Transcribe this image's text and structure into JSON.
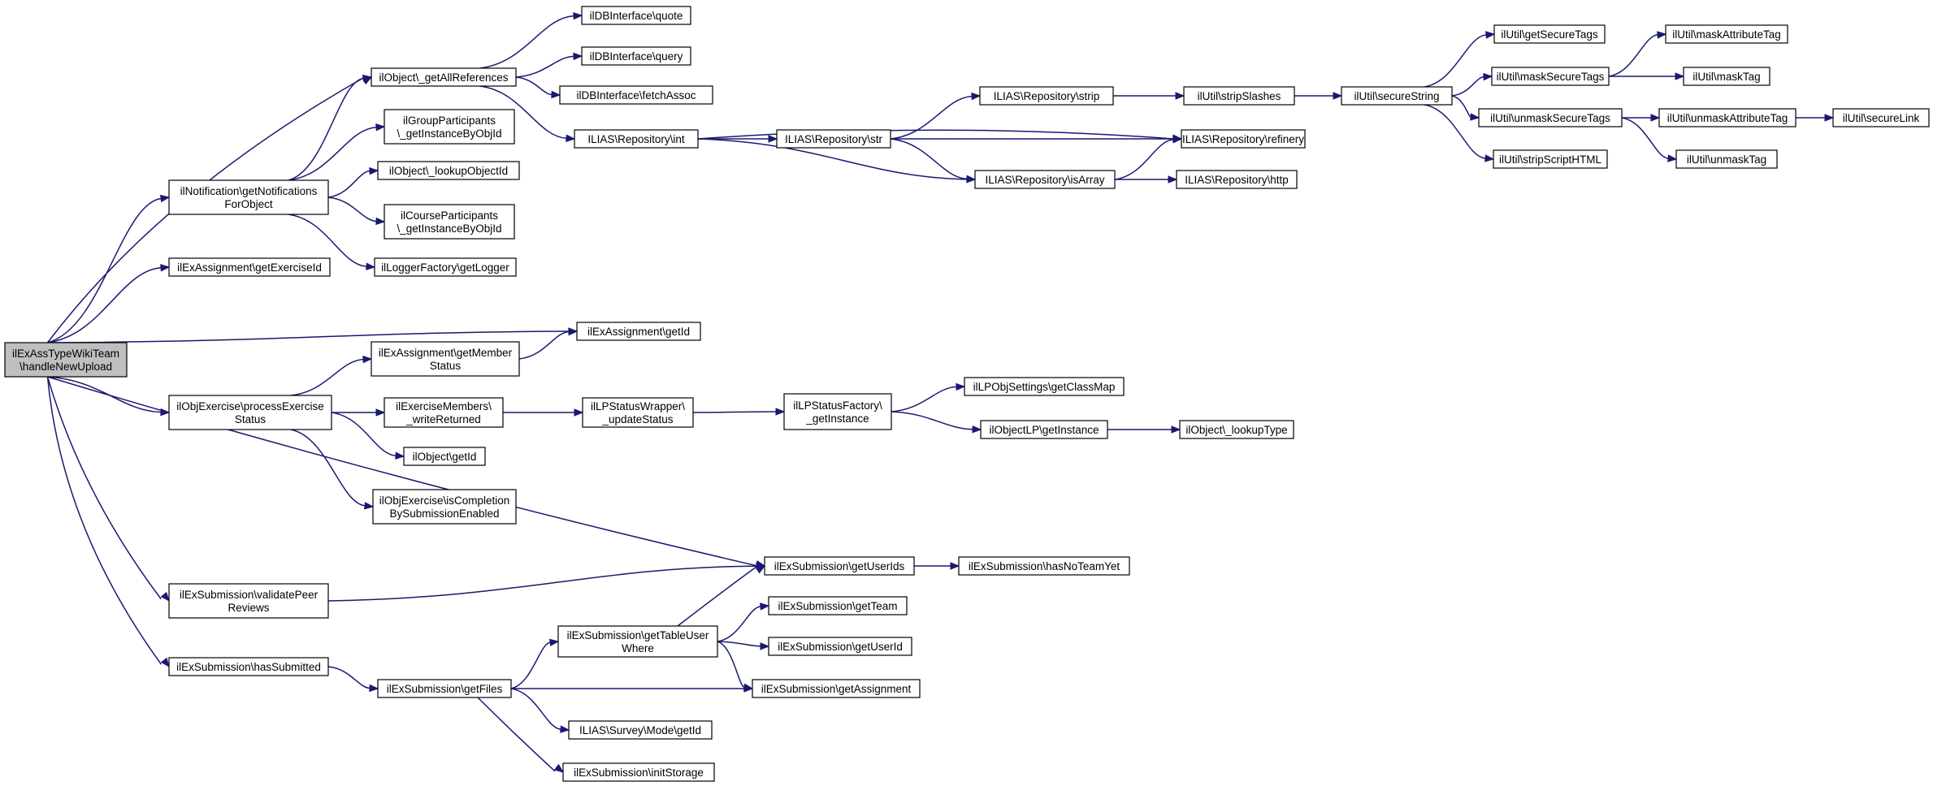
{
  "diagram": {
    "type": "call-graph",
    "colors": {
      "edge": "#191970",
      "node_border": "#000000",
      "node_fill": "#ffffff",
      "root_fill": "#bfbfbf"
    },
    "nodes": [
      {
        "id": "root",
        "lines": [
          "ilExAssTypeWikiTeam",
          "\\handleNewUpload"
        ]
      },
      {
        "id": "getAllReferences",
        "lines": [
          "ilObject\\_getAllReferences"
        ]
      },
      {
        "id": "notif",
        "lines": [
          "ilNotification\\getNotifications",
          "ForObject"
        ]
      },
      {
        "id": "getExerciseId",
        "lines": [
          "ilExAssignment\\getExerciseId"
        ]
      },
      {
        "id": "processExercise",
        "lines": [
          "ilObjExercise\\processExercise",
          "Status"
        ]
      },
      {
        "id": "validatePeer",
        "lines": [
          "ilExSubmission\\validatePeer",
          "Reviews"
        ]
      },
      {
        "id": "hasSubmitted",
        "lines": [
          "ilExSubmission\\hasSubmitted"
        ]
      },
      {
        "id": "dbQuote",
        "lines": [
          "ilDBInterface\\quote"
        ]
      },
      {
        "id": "dbQuery",
        "lines": [
          "ilDBInterface\\query"
        ]
      },
      {
        "id": "dbFetch",
        "lines": [
          "ilDBInterface\\fetchAssoc"
        ]
      },
      {
        "id": "repoInt",
        "lines": [
          "ILIAS\\Repository\\int"
        ]
      },
      {
        "id": "groupPart",
        "lines": [
          "ilGroupParticipants",
          "\\_getInstanceByObjId"
        ]
      },
      {
        "id": "lookupObjectId",
        "lines": [
          "ilObject\\_lookupObjectId"
        ]
      },
      {
        "id": "coursePart",
        "lines": [
          "ilCourseParticipants",
          "\\_getInstanceByObjId"
        ]
      },
      {
        "id": "getLogger",
        "lines": [
          "ilLoggerFactory\\getLogger"
        ]
      },
      {
        "id": "exGetId",
        "lines": [
          "ilExAssignment\\getId"
        ]
      },
      {
        "id": "getMemberStatus",
        "lines": [
          "ilExAssignment\\getMember",
          "Status"
        ]
      },
      {
        "id": "writeReturned",
        "lines": [
          "ilExerciseMembers\\",
          "_writeReturned"
        ]
      },
      {
        "id": "objGetId",
        "lines": [
          "ilObject\\getId"
        ]
      },
      {
        "id": "isCompletion",
        "lines": [
          "ilObjExercise\\isCompletion",
          "BySubmissionEnabled"
        ]
      },
      {
        "id": "getUserIds",
        "lines": [
          "ilExSubmission\\getUserIds"
        ]
      },
      {
        "id": "hasNoTeam",
        "lines": [
          "ilExSubmission\\hasNoTeamYet"
        ]
      },
      {
        "id": "getFiles",
        "lines": [
          "ilExSubmission\\getFiles"
        ]
      },
      {
        "id": "getTableUser",
        "lines": [
          "ilExSubmission\\getTableUser",
          "Where"
        ]
      },
      {
        "id": "getTeam",
        "lines": [
          "ilExSubmission\\getTeam"
        ]
      },
      {
        "id": "subGetUserId",
        "lines": [
          "ilExSubmission\\getUserId"
        ]
      },
      {
        "id": "getAssignment",
        "lines": [
          "ilExSubmission\\getAssignment"
        ]
      },
      {
        "id": "surveyGetId",
        "lines": [
          "ILIAS\\Survey\\Mode\\getId"
        ]
      },
      {
        "id": "initStorage",
        "lines": [
          "ilExSubmission\\initStorage"
        ]
      },
      {
        "id": "repoStr",
        "lines": [
          "ILIAS\\Repository\\str"
        ]
      },
      {
        "id": "repoStrip",
        "lines": [
          "ILIAS\\Repository\\strip"
        ]
      },
      {
        "id": "repoRefinery",
        "lines": [
          "ILIAS\\Repository\\refinery"
        ]
      },
      {
        "id": "repoIsArray",
        "lines": [
          "ILIAS\\Repository\\isArray"
        ]
      },
      {
        "id": "repoHttp",
        "lines": [
          "ILIAS\\Repository\\http"
        ]
      },
      {
        "id": "stripSlashes",
        "lines": [
          "ilUtil\\stripSlashes"
        ]
      },
      {
        "id": "secureString",
        "lines": [
          "ilUtil\\secureString"
        ]
      },
      {
        "id": "getSecureTags",
        "lines": [
          "ilUtil\\getSecureTags"
        ]
      },
      {
        "id": "maskSecureTags",
        "lines": [
          "ilUtil\\maskSecureTags"
        ]
      },
      {
        "id": "unmaskSecureTags",
        "lines": [
          "ilUtil\\unmaskSecureTags"
        ]
      },
      {
        "id": "stripScript",
        "lines": [
          "ilUtil\\stripScriptHTML"
        ]
      },
      {
        "id": "maskAttrTag",
        "lines": [
          "ilUtil\\maskAttributeTag"
        ]
      },
      {
        "id": "maskTag",
        "lines": [
          "ilUtil\\maskTag"
        ]
      },
      {
        "id": "unmaskAttrTag",
        "lines": [
          "ilUtil\\unmaskAttributeTag"
        ]
      },
      {
        "id": "unmaskTag",
        "lines": [
          "ilUtil\\unmaskTag"
        ]
      },
      {
        "id": "secureLink",
        "lines": [
          "ilUtil\\secureLink"
        ]
      },
      {
        "id": "lpWrapper",
        "lines": [
          "ilLPStatusWrapper\\",
          "_updateStatus"
        ]
      },
      {
        "id": "lpFactory",
        "lines": [
          "ilLPStatusFactory\\",
          "_getInstance"
        ]
      },
      {
        "id": "lpClassMap",
        "lines": [
          "ilLPObjSettings\\getClassMap"
        ]
      },
      {
        "id": "objectLP",
        "lines": [
          "ilObjectLP\\getInstance"
        ]
      },
      {
        "id": "lookupType",
        "lines": [
          "ilObject\\_lookupType"
        ]
      }
    ],
    "edges": [
      [
        "root",
        "getAllReferences"
      ],
      [
        "root",
        "notif"
      ],
      [
        "root",
        "getExerciseId"
      ],
      [
        "root",
        "exGetId"
      ],
      [
        "root",
        "processExercise"
      ],
      [
        "root",
        "getUserIds"
      ],
      [
        "root",
        "validatePeer"
      ],
      [
        "root",
        "hasSubmitted"
      ],
      [
        "getAllReferences",
        "dbQuote"
      ],
      [
        "getAllReferences",
        "dbQuery"
      ],
      [
        "getAllReferences",
        "dbFetch"
      ],
      [
        "getAllReferences",
        "repoInt"
      ],
      [
        "notif",
        "getAllReferences"
      ],
      [
        "notif",
        "groupPart"
      ],
      [
        "notif",
        "lookupObjectId"
      ],
      [
        "notif",
        "coursePart"
      ],
      [
        "notif",
        "getLogger"
      ],
      [
        "processExercise",
        "getMemberStatus"
      ],
      [
        "processExercise",
        "writeReturned"
      ],
      [
        "processExercise",
        "objGetId"
      ],
      [
        "processExercise",
        "isCompletion"
      ],
      [
        "getMemberStatus",
        "exGetId"
      ],
      [
        "writeReturned",
        "lpWrapper"
      ],
      [
        "lpWrapper",
        "lpFactory"
      ],
      [
        "lpFactory",
        "lpClassMap"
      ],
      [
        "lpFactory",
        "objectLP"
      ],
      [
        "objectLP",
        "lookupType"
      ],
      [
        "validatePeer",
        "getUserIds"
      ],
      [
        "getUserIds",
        "hasNoTeam"
      ],
      [
        "hasSubmitted",
        "getFiles"
      ],
      [
        "getFiles",
        "getTableUser"
      ],
      [
        "getFiles",
        "getAssignment"
      ],
      [
        "getFiles",
        "surveyGetId"
      ],
      [
        "getFiles",
        "initStorage"
      ],
      [
        "getTableUser",
        "getUserIds"
      ],
      [
        "getTableUser",
        "getTeam"
      ],
      [
        "getTableUser",
        "subGetUserId"
      ],
      [
        "getTableUser",
        "getAssignment"
      ],
      [
        "repoInt",
        "repoStr"
      ],
      [
        "repoInt",
        "repoIsArray"
      ],
      [
        "repoInt",
        "repoRefinery"
      ],
      [
        "repoStr",
        "repoStrip"
      ],
      [
        "repoStr",
        "repoRefinery"
      ],
      [
        "repoStr",
        "repoIsArray"
      ],
      [
        "repoIsArray",
        "repoRefinery"
      ],
      [
        "repoIsArray",
        "repoHttp"
      ],
      [
        "repoStrip",
        "stripSlashes"
      ],
      [
        "stripSlashes",
        "secureString"
      ],
      [
        "secureString",
        "getSecureTags"
      ],
      [
        "secureString",
        "maskSecureTags"
      ],
      [
        "secureString",
        "unmaskSecureTags"
      ],
      [
        "secureString",
        "stripScript"
      ],
      [
        "maskSecureTags",
        "maskAttrTag"
      ],
      [
        "maskSecureTags",
        "maskTag"
      ],
      [
        "unmaskSecureTags",
        "unmaskAttrTag"
      ],
      [
        "unmaskSecureTags",
        "unmaskTag"
      ],
      [
        "unmaskAttrTag",
        "secureLink"
      ]
    ]
  }
}
